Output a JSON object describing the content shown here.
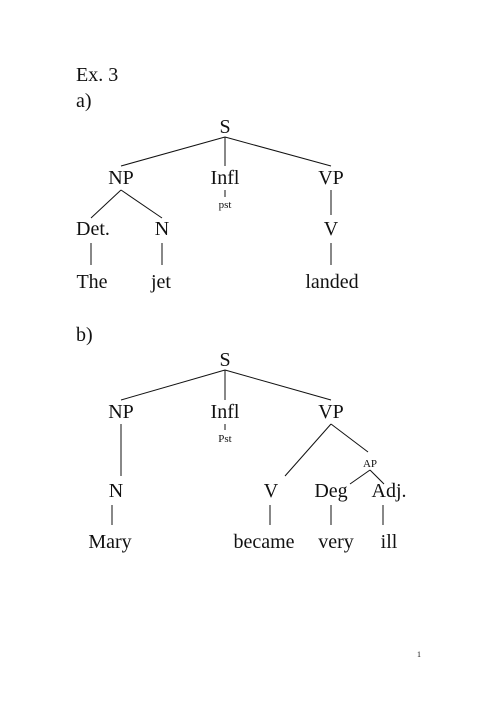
{
  "header": {
    "title": "Ex. 3"
  },
  "tree_a": {
    "label": "a)",
    "nodes": {
      "s": "S",
      "np": "NP",
      "infl": "Infl",
      "infl_feature": "pst",
      "vp": "VP",
      "det": "Det.",
      "n": "N",
      "v": "V",
      "word_the": "The",
      "word_jet": "jet",
      "word_landed": "landed"
    }
  },
  "tree_b": {
    "label": "b)",
    "nodes": {
      "s": "S",
      "np": "NP",
      "infl": "Infl",
      "infl_feature": "Pst",
      "vp": "VP",
      "n": "N",
      "v": "V",
      "ap": "AP",
      "deg": "Deg",
      "adj": "Adj.",
      "word_mary": "Mary",
      "word_became": "became",
      "word_very": "very",
      "word_ill": "ill"
    }
  },
  "footer": {
    "page_number": "1"
  }
}
